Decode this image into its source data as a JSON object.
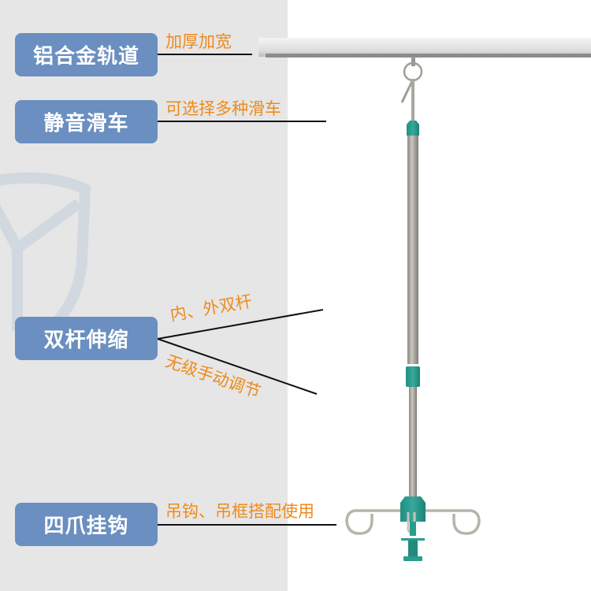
{
  "features": [
    {
      "label": "铝合金轨道",
      "notes": [
        "加厚加宽"
      ]
    },
    {
      "label": "静音滑车",
      "notes": [
        "可选择多种滑车"
      ]
    },
    {
      "label": "双杆伸缩",
      "notes": [
        "内、外双杆",
        "无级手动调节"
      ]
    },
    {
      "label": "四爪挂钩",
      "notes": [
        "吊钩、吊框搭配使用"
      ]
    }
  ],
  "colors": {
    "label_bg": "#6a8fc0",
    "note_text": "#ee8a1c",
    "accent_teal": "#2a9d8f",
    "panel_bg": "#e6e6e6"
  }
}
